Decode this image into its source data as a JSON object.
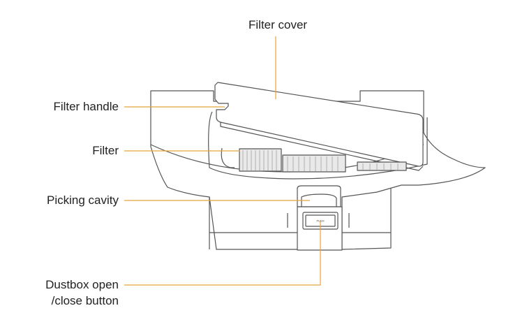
{
  "diagram": {
    "labels": {
      "filter_cover": "Filter cover",
      "filter_handle": "Filter handle",
      "filter": "Filter",
      "picking_cavity": "Picking cavity",
      "dustbox_button_line1": "Dustbox open",
      "dustbox_button_line2": "/close button",
      "button_mark": "PUSH"
    },
    "colors": {
      "callout_line": "#e8a33d",
      "outline": "#555555",
      "text": "#222222"
    }
  }
}
